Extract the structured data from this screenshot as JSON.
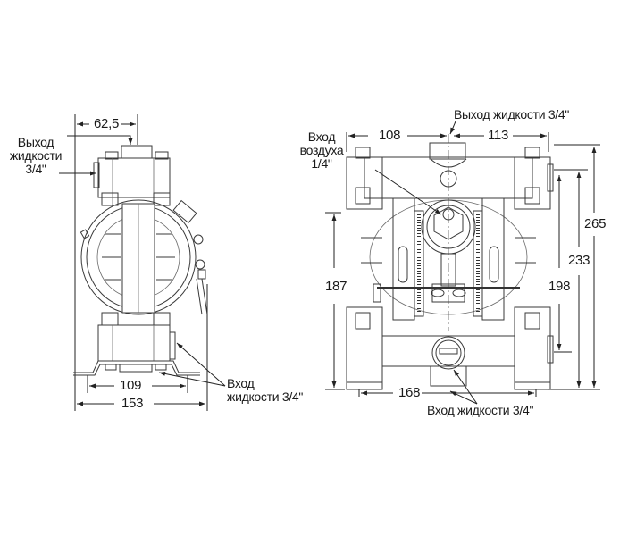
{
  "figure": {
    "type": "technical-dimension-drawing",
    "subject": "diaphragm pump dimensions",
    "units": "mm"
  },
  "side_view": {
    "dim_top": "62,5",
    "outlet_label": [
      "Выход",
      "жидкости",
      "3/4\""
    ],
    "inlet_label": [
      "Вход",
      "жидкости 3/4\""
    ],
    "dim_base_inner": "109",
    "dim_base_outer": "153"
  },
  "front_view": {
    "outlet_label": "Выход  жидкости  3/4\"",
    "air_inlet_label": [
      "Вход",
      "воздуха",
      "1/4\""
    ],
    "dim_left": "108",
    "dim_right": "113",
    "dim_height_left": "187",
    "dim_height_198": "198",
    "dim_height_233": "233",
    "dim_height_265": "265",
    "dim_base": "168",
    "inlet_label": "Вход  жидкости  3/4\""
  }
}
